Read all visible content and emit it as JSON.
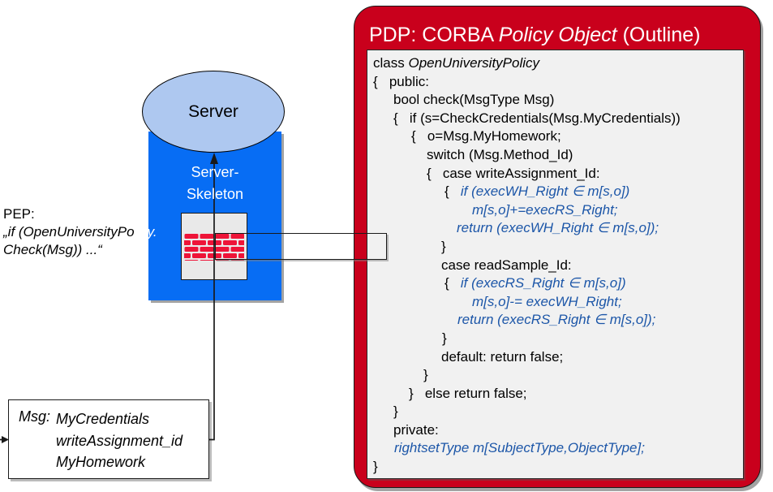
{
  "colors": {
    "pdp_red": "#c9001c",
    "skeleton_blue": "#076df4",
    "server_ellipse_blue": "#aec8f0",
    "code_blue": "#1c56a8",
    "brick_red": "#ee1438",
    "panel_gray": "#f1f1f1"
  },
  "server": {
    "label": "Server",
    "skeleton_line1": "Server-",
    "skeleton_line2": "Skeleton"
  },
  "pep": {
    "label": "PEP:",
    "quote_line1_black": "„if (OpenUniversityPo",
    "quote_line1_white": "licy.",
    "quote_line2": "Check(Msg)) ...“"
  },
  "msg_box": {
    "label": "Msg:",
    "items": [
      "MyCredentials",
      "writeAssignment_id",
      "MyHomework"
    ]
  },
  "pdp": {
    "title_pre": "PDP: CORBA ",
    "title_italic": "Policy Object",
    "title_post": " (Outline)",
    "code_lines": [
      {
        "indent": 0,
        "seg": [
          {
            "t": "class ",
            "s": "k"
          },
          {
            "t": "OpenUniversityPolicy",
            "s": "i"
          }
        ]
      },
      {
        "indent": 0,
        "seg": [
          {
            "t": "{   public:",
            "s": "k"
          }
        ]
      },
      {
        "indent": 25,
        "seg": [
          {
            "t": "bool check(MsgType Msg)",
            "s": "k"
          }
        ]
      },
      {
        "indent": 25,
        "seg": [
          {
            "t": "{   if (s=CheckCredentials(Msg.MyCredentials))",
            "s": "k"
          }
        ]
      },
      {
        "indent": 47,
        "seg": [
          {
            "t": "{   o=Msg.MyHomework;",
            "s": "k"
          }
        ]
      },
      {
        "indent": 66,
        "seg": [
          {
            "t": "switch (Msg.Method_Id)",
            "s": "k"
          }
        ]
      },
      {
        "indent": 66,
        "seg": [
          {
            "t": "{   case writeAssignment_Id:",
            "s": "k"
          }
        ]
      },
      {
        "indent": 88,
        "seg": [
          {
            "t": "{   ",
            "s": "k"
          },
          {
            "t": "if (execWH_Right ∈ m[s,o])",
            "s": "b"
          }
        ]
      },
      {
        "indent": 122,
        "seg": [
          {
            "t": "m[s,o]+=execRS_Right;",
            "s": "b"
          }
        ]
      },
      {
        "indent": 103,
        "seg": [
          {
            "t": "return (execWH_Right ∈ m[s,o]);",
            "s": "b"
          }
        ]
      },
      {
        "indent": 84,
        "seg": [
          {
            "t": "}",
            "s": "k"
          }
        ]
      },
      {
        "indent": 84,
        "seg": [
          {
            "t": "case readSample_Id:",
            "s": "k"
          }
        ]
      },
      {
        "indent": 88,
        "seg": [
          {
            "t": "{   ",
            "s": "k"
          },
          {
            "t": "if (execRS_Right ∈ m[s,o])",
            "s": "b"
          }
        ]
      },
      {
        "indent": 122,
        "seg": [
          {
            "t": "m[s,o]-= execWH_Right;",
            "s": "b"
          }
        ]
      },
      {
        "indent": 104,
        "seg": [
          {
            "t": "return (execRS_Right ∈ m[s,o]);",
            "s": "b"
          }
        ]
      },
      {
        "indent": 85,
        "seg": [
          {
            "t": "}",
            "s": "k"
          }
        ]
      },
      {
        "indent": 84,
        "seg": [
          {
            "t": "default: return false;",
            "s": "k"
          }
        ]
      },
      {
        "indent": 62,
        "seg": [
          {
            "t": "}",
            "s": "k"
          }
        ]
      },
      {
        "indent": 44,
        "seg": [
          {
            "t": "}   else return false;",
            "s": "k"
          }
        ]
      },
      {
        "indent": 25,
        "seg": [
          {
            "t": "}",
            "s": "k"
          }
        ]
      },
      {
        "indent": 25,
        "seg": [
          {
            "t": "private:",
            "s": "k"
          }
        ]
      },
      {
        "indent": 26,
        "seg": [
          {
            "t": "rightsetType m[SubjectType,ObjectType];",
            "s": "b"
          }
        ]
      },
      {
        "indent": 0,
        "seg": [
          {
            "t": "}",
            "s": "k"
          }
        ]
      }
    ]
  }
}
